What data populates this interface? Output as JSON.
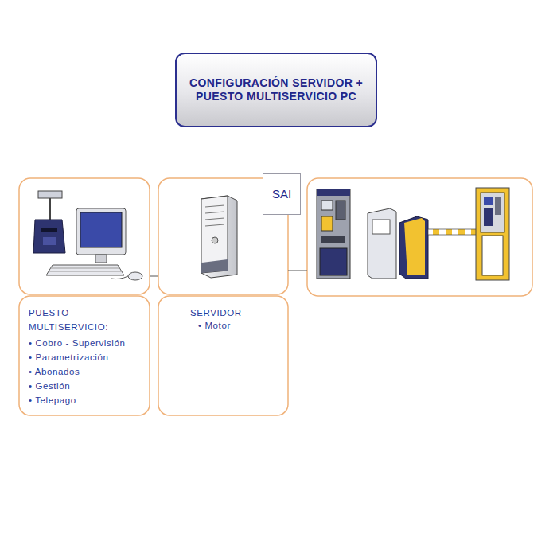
{
  "diagram": {
    "title": "CONFIGURACIÓN SERVIDOR + PUESTO MULTISERVICIO PC",
    "nodes": [
      {
        "text": [
          "PUESTO MULTISERVICIO:",
          "• Cobro - Supervisión",
          "• Parametrización",
          "• Abonados",
          "• Gestión",
          "• Telepago"
        ]
      },
      {
        "text": [
          "SERVIDOR",
          "• Motor"
        ]
      },
      {
        "text": [
          "SAI"
        ],
        "in": 1
      }
    ],
    "edges": [
      {
        "from": 0,
        "to": 1,
        "arrow": "none"
      }
    ]
  }
}
